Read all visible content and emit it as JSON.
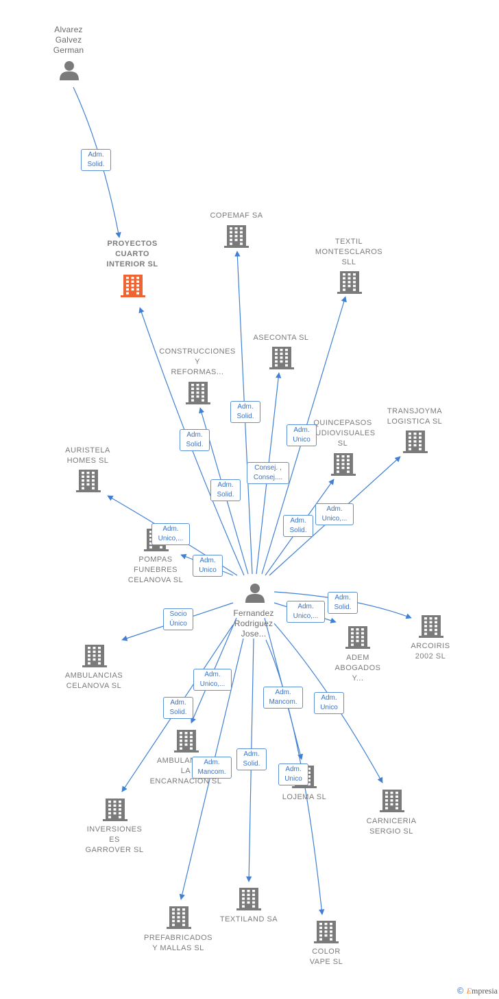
{
  "colors": {
    "edge": "#3f80d4",
    "company": "#7a7a7a",
    "focus": "#ee6533",
    "person": "#7a7a7a"
  },
  "footer": {
    "copyright": "©",
    "brand_initial": "E",
    "brand_rest": "mpresia"
  },
  "nodes": [
    {
      "id": "alvarez",
      "kind": "person",
      "label": "Alvarez\nGalvez\nGerman"
    },
    {
      "id": "fernandez",
      "kind": "person",
      "label": "Fernandez\nRodriguez\nJose..."
    },
    {
      "id": "proyectos",
      "kind": "focus",
      "label": "PROYECTOS\nCUARTO\nINTERIOR SL"
    },
    {
      "id": "copemaf",
      "kind": "company",
      "label": "COPEMAF SA"
    },
    {
      "id": "textil",
      "kind": "company",
      "label": "TEXTIL\nMONTESCLAROS\nSLL"
    },
    {
      "id": "aseconta",
      "kind": "company",
      "label": "ASECONTA SL"
    },
    {
      "id": "construcciones",
      "kind": "company",
      "label": "CONSTRUCCIONES\nY\nREFORMAS..."
    },
    {
      "id": "quincepasos",
      "kind": "company",
      "label": "QUINCEPASOS\nAUDIOVISUALES\nSL"
    },
    {
      "id": "transjoyma",
      "kind": "company",
      "label": "TRANSJOYMA\nLOGISTICA SL"
    },
    {
      "id": "auristela",
      "kind": "company",
      "label": "AURISTELA\nHOMES SL"
    },
    {
      "id": "pompas",
      "kind": "company",
      "label": "POMPAS\nFUNEBRES\nCELANOVA SL"
    },
    {
      "id": "arcoiris",
      "kind": "company",
      "label": "ARCOIRIS\n2002 SL"
    },
    {
      "id": "adem",
      "kind": "company",
      "label": "ADEM\nABOGADOS\nY..."
    },
    {
      "id": "ambulancias_celanova",
      "kind": "company",
      "label": "AMBULANCIAS\nCELANOVA SL"
    },
    {
      "id": "ambulancias_encarnacion",
      "kind": "company",
      "label": "AMBULANCIAS\nLA\nENCARNACION SL"
    },
    {
      "id": "lojema",
      "kind": "company",
      "label": "LOJEMA SL"
    },
    {
      "id": "carniceria",
      "kind": "company",
      "label": "CARNICERIA\nSERGIO SL"
    },
    {
      "id": "inversiones",
      "kind": "company",
      "label": "INVERSIONES\nES\nGARROVER SL"
    },
    {
      "id": "textiland",
      "kind": "company",
      "label": "TEXTILAND SA"
    },
    {
      "id": "prefabricados",
      "kind": "company",
      "label": "PREFABRICADOS\nY MALLAS SL"
    },
    {
      "id": "colorvape",
      "kind": "company",
      "label": "COLOR\nVAPE SL"
    }
  ],
  "edges": [
    {
      "from": "alvarez",
      "to": "proyectos",
      "label": "Adm.\nSolid."
    },
    {
      "from": "fernandez",
      "to": "proyectos",
      "label": "Adm.\nSolid."
    },
    {
      "from": "fernandez",
      "to": "copemaf",
      "label": "Adm.\nSolid."
    },
    {
      "from": "fernandez",
      "to": "textil",
      "label": "Adm.\nUnico"
    },
    {
      "from": "fernandez",
      "to": "aseconta",
      "label": "Consej. ,\nConsej...."
    },
    {
      "from": "fernandez",
      "to": "construcciones",
      "label": "Adm.\nSolid."
    },
    {
      "from": "fernandez",
      "to": "quincepasos",
      "label": "Adm.\nSolid."
    },
    {
      "from": "fernandez",
      "to": "transjoyma",
      "label": "Adm.\nUnico,..."
    },
    {
      "from": "fernandez",
      "to": "auristela",
      "label": "Adm.\nUnico,..."
    },
    {
      "from": "fernandez",
      "to": "pompas",
      "label": "Adm.\nUnico"
    },
    {
      "from": "fernandez",
      "to": "arcoiris",
      "label": "Adm.\nSolid."
    },
    {
      "from": "fernandez",
      "to": "adem",
      "label": "Adm.\nUnico,..."
    },
    {
      "from": "fernandez",
      "to": "ambulancias_celanova",
      "label": "Socio\nÚnico"
    },
    {
      "from": "fernandez",
      "to": "ambulancias_encarnacion",
      "label": "Adm.\nUnico,..."
    },
    {
      "from": "fernandez",
      "to": "inversiones",
      "label": "Adm.\nSolid."
    },
    {
      "from": "fernandez",
      "to": "lojema",
      "label": "Adm.\nMancom."
    },
    {
      "from": "fernandez",
      "to": "carniceria",
      "label": "Adm.\nUnico"
    },
    {
      "from": "fernandez",
      "to": "prefabricados",
      "label": "Adm.\nMancom."
    },
    {
      "from": "fernandez",
      "to": "textiland",
      "label": "Adm.\nSolid."
    },
    {
      "from": "fernandez",
      "to": "colorvape",
      "label": "Adm.\nUnico"
    }
  ]
}
